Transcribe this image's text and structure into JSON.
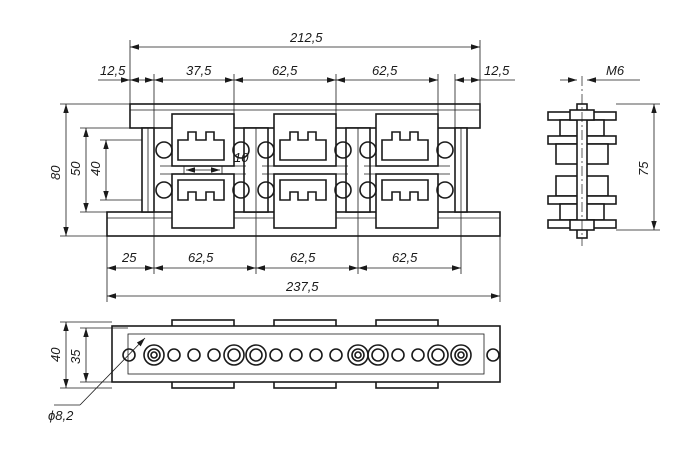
{
  "dimensions": {
    "overall_width_top": "212,5",
    "end_margin_left": "12,5",
    "first_offset": "37,5",
    "pitch_1": "62,5",
    "pitch_2": "62,5",
    "end_margin_right": "12,5",
    "thread": "M6",
    "gap": "10",
    "height_overall": "80",
    "height_mid": "50",
    "height_inner": "40",
    "side_height": "75",
    "bottom_offset": "25",
    "bottom_pitch_1": "62,5",
    "bottom_pitch_2": "62,5",
    "bottom_pitch_3": "62,5",
    "overall_width_bottom": "237,5",
    "plan_height_outer": "40",
    "plan_height_inner": "35",
    "hole_diameter": "ϕ8,2"
  }
}
